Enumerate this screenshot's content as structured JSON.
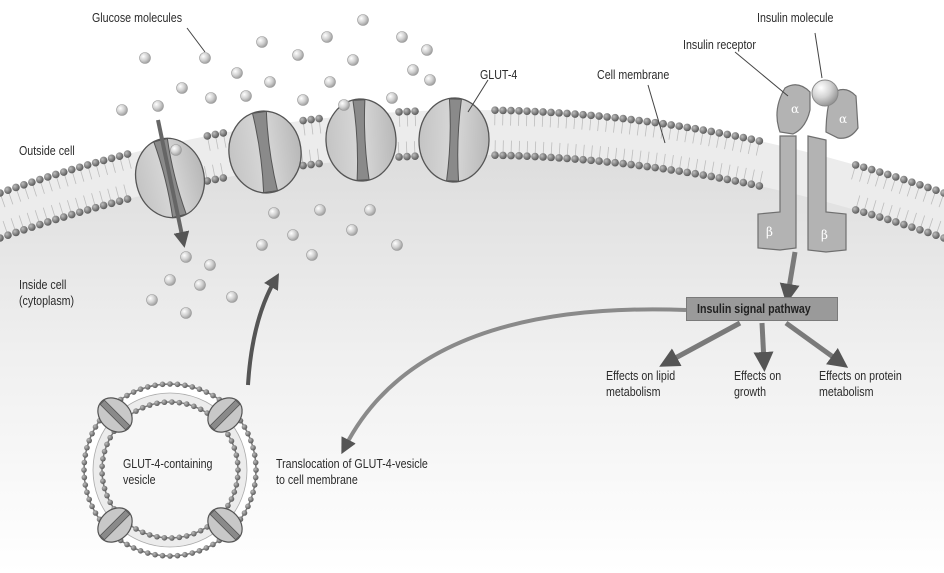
{
  "labels": {
    "glucose_molecules": "Glucose molecules",
    "insulin_molecule": "Insulin molecule",
    "insulin_receptor": "Insulin receptor",
    "cell_membrane": "Cell membrane",
    "glut4": "GLUT-4",
    "outside_cell": "Outside cell",
    "inside_cell_line1": "Inside cell",
    "inside_cell_line2": "(cytoplasm)",
    "insulin_signal_pathway": "Insulin signal pathway",
    "lipid_line1": "Effects on lipid",
    "lipid_line2": "metabolism",
    "growth_line1": "Effects on",
    "growth_line2": "growth",
    "protein_line1": "Effects on protein",
    "protein_line2": "metabolism",
    "vesicle_line1": "GLUT-4-containing",
    "vesicle_line2": "vesicle",
    "translocation_line1": "Translocation of GLUT-4-vesicle",
    "translocation_line2": "to cell membrane"
  },
  "receptor_subunits": {
    "alpha": "α",
    "beta": "β"
  }
}
